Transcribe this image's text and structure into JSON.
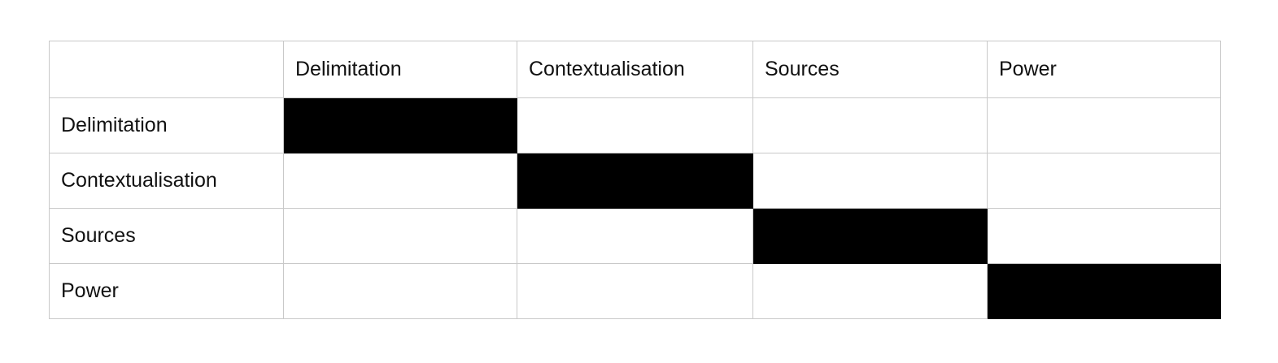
{
  "table": {
    "columns": [
      "",
      "Delimitation",
      "Contextualisation",
      "Sources",
      "Power"
    ],
    "rows": [
      {
        "label": "Delimitation",
        "cells": [
          true,
          false,
          false,
          false
        ]
      },
      {
        "label": "Contextualisation",
        "cells": [
          false,
          true,
          false,
          false
        ]
      },
      {
        "label": "Sources",
        "cells": [
          false,
          false,
          true,
          false
        ]
      },
      {
        "label": "Power",
        "cells": [
          false,
          false,
          false,
          true
        ]
      }
    ],
    "filled_color": "#000000",
    "border_color": "#c9c9c9"
  }
}
